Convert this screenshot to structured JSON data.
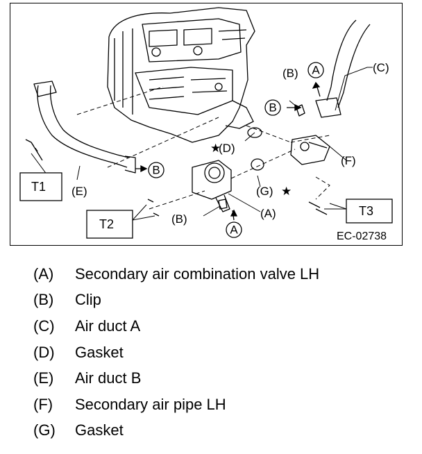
{
  "figure": {
    "code": "EC-02738",
    "callouts": {
      "A1": "A",
      "A2": "A",
      "B1": "B",
      "B2": "B",
      "Bp1": "(B)",
      "Bp2": "(B)",
      "C": "(C)",
      "D": "(D)",
      "E": "(E)",
      "F": "(F)",
      "G": "(G)",
      "Ap": "(A)"
    },
    "torque": {
      "t1": "T1",
      "t2": "T2",
      "t3": "T3"
    },
    "star_glyph": "★"
  },
  "legend": [
    {
      "key": "(A)",
      "text": "Secondary air combination valve LH"
    },
    {
      "key": "(B)",
      "text": "Clip"
    },
    {
      "key": "(C)",
      "text": "Air duct A"
    },
    {
      "key": "(D)",
      "text": "Gasket"
    },
    {
      "key": "(E)",
      "text": "Air duct B"
    },
    {
      "key": "(F)",
      "text": "Secondary air pipe LH"
    },
    {
      "key": "(G)",
      "text": "Gasket"
    }
  ]
}
